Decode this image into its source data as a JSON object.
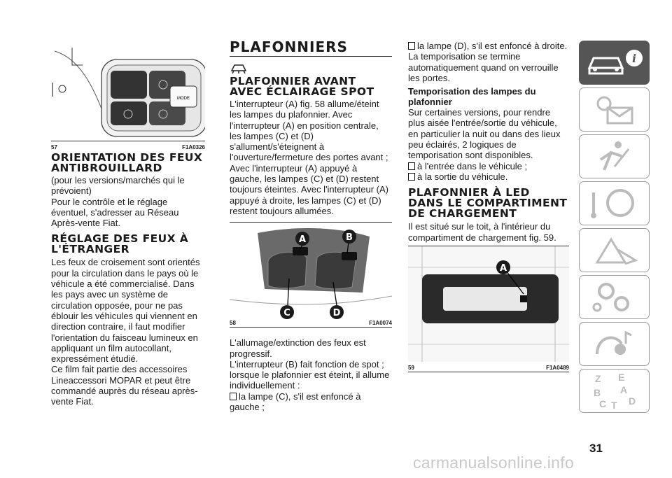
{
  "col1": {
    "fig57": {
      "number": "57",
      "code": "F1A0326",
      "mode_label": "MODE"
    },
    "h_orientation": "ORIENTATION DES FEUX ANTIBROUILLARD",
    "p1": "(pour les versions/marchés qui le prévoient)",
    "p2": "Pour le contrôle et le réglage éventuel, s'adresser au Réseau Après-vente Fiat.",
    "h_reglage": "RÉGLAGE DES FEUX À L'ÉTRANGER",
    "p3": "Les feux de croisement sont orientés pour la circulation dans le pays où le véhicule a été commercialisé. Dans les pays avec un système de circulation opposée, pour ne pas éblouir les véhicules qui viennent en direction contraire, il faut modifier l'orientation du faisceau lumineux en appliquant un film autocollant, expressément étudié.",
    "p4": "Ce film fait partie des accessoires Lineaccessori MOPAR et peut être commandé auprès du réseau après-vente Fiat."
  },
  "col2": {
    "title": "PLAFONNIERS",
    "h_avant": "PLAFONNIER AVANT AVEC ÉCLAIRAGE SPOT",
    "p1": "L'interrupteur (A) fig. 58 allume/éteint les lampes du plafonnier. Avec l'interrupteur (A) en position centrale, les lampes (C) et (D) s'allument/s'éteignent à l'ouverture/fermeture des portes avant ; Avec l'interrupteur (A) appuyé à gauche, les lampes (C) et (D) restent toujours éteintes. Avec l'interrupteur (A) appuyé à droite, les lampes (C) et (D) restent toujours allumées.",
    "fig58": {
      "number": "58",
      "code": "F1A0074",
      "labels": [
        "A",
        "B",
        "C",
        "D"
      ]
    },
    "p2": "L'allumage/extinction des feux est progressif.",
    "p3": "L'interrupteur (B) fait fonction de spot ; lorsque le plafonnier est éteint, il allume individuellement :",
    "b1": "la lampe (C), s'il est enfoncé à gauche ;"
  },
  "col3": {
    "b2": "la lampe (D), s'il est enfoncé à droite.",
    "p1": "La temporisation se termine automatiquement quand on verrouille les portes.",
    "h_tempo": "Temporisation des lampes du plafonnier",
    "p2": "Sur certaines versions, pour rendre plus aisée l'entrée/sortie du véhicule, en particulier la nuit ou dans des lieux peu éclairés, 2 logiques de temporisation sont disponibles.",
    "b3": "à l'entrée dans le véhicule ;",
    "b4": "à la sortie du véhicule.",
    "h_led": "PLAFONNIER À LED DANS LE COMPARTIMENT DE CHARGEMENT",
    "p3": "Il est situé sur le toit, à l'intérieur du compartiment de chargement fig. 59.",
    "fig59": {
      "number": "59",
      "code": "F1A0489",
      "label": "A"
    }
  },
  "sidebar": {
    "tabs": [
      {
        "icon": "car-info-icon",
        "active": true
      },
      {
        "icon": "dashboard-lights-icon",
        "active": false
      },
      {
        "icon": "airbag-seat-icon",
        "active": false
      },
      {
        "icon": "steering-wheel-icon",
        "active": false
      },
      {
        "icon": "warning-triangle-icon",
        "active": false
      },
      {
        "icon": "maintenance-gears-icon",
        "active": false
      },
      {
        "icon": "multimedia-icon",
        "active": false
      },
      {
        "icon": "alphabetical-index-icon",
        "active": false
      }
    ],
    "index_letters": [
      "Z",
      "E",
      "B",
      "A",
      "C",
      "T",
      "D"
    ]
  },
  "page_number": "31",
  "watermark": "carmanualsonline.info",
  "colors": {
    "accent": "#555555",
    "border": "#9a9a9a",
    "label_circle": "#1a1a1a"
  }
}
